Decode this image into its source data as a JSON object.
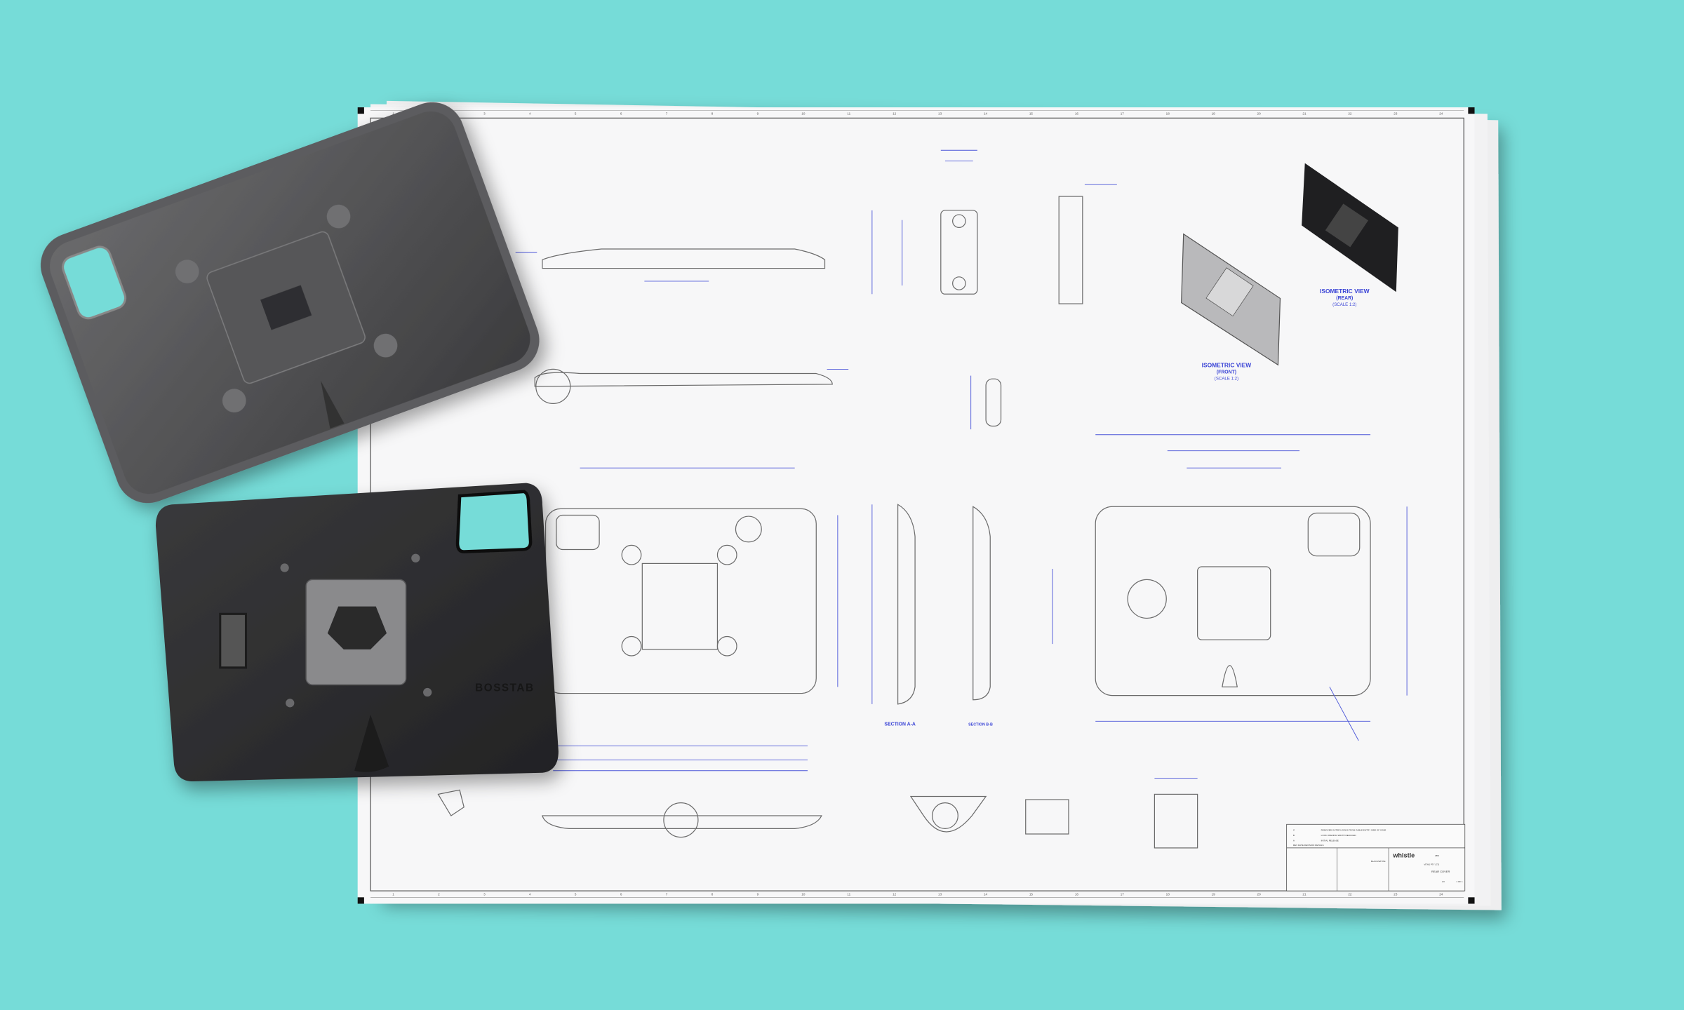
{
  "scene": {
    "background_color": "#76dcd8",
    "paper_color": "#f7f7f8",
    "dimension_color": "#3a44d6"
  },
  "drawing": {
    "views": {
      "iso_rear": {
        "title": "ISOMETRIC VIEW",
        "sub": "(REAR)",
        "scale": "(SCALE 1:2)"
      },
      "iso_front": {
        "title": "ISOMETRIC VIEW",
        "sub": "(FRONT)",
        "scale": "(SCALE 1:2)"
      },
      "section_aa": "SECTION A-A",
      "section_bb": "SECTION B-B"
    },
    "title_block": {
      "brand": "whistle",
      "revisions": [
        {
          "rev": "C",
          "details": "REMOVED OUTER HOOKS FROM CABLE ENTRY SIDE OF CASE"
        },
        {
          "rev": "B",
          "details": "LOCK OPENING WIDTH REDUCED"
        },
        {
          "rev": "A",
          "details": "INITIAL RELEASE"
        }
      ],
      "rev_header": "REV",
      "date_header": "DATE",
      "details_header": "REVISION DETAILS",
      "material": "ABS",
      "colour": "BLACK/WHITE",
      "client": "VITAS PTY LTD",
      "description": "REAR COVER",
      "sheet": "1 OF 1",
      "size": "A3"
    },
    "grid_columns": [
      "1",
      "2",
      "3",
      "4",
      "5",
      "6",
      "7",
      "8",
      "9",
      "10",
      "11",
      "12",
      "13",
      "14",
      "15",
      "16",
      "17",
      "18",
      "19",
      "20",
      "21",
      "22",
      "23",
      "24"
    ]
  },
  "devices": {
    "front_logo": "BOSSTAB"
  }
}
